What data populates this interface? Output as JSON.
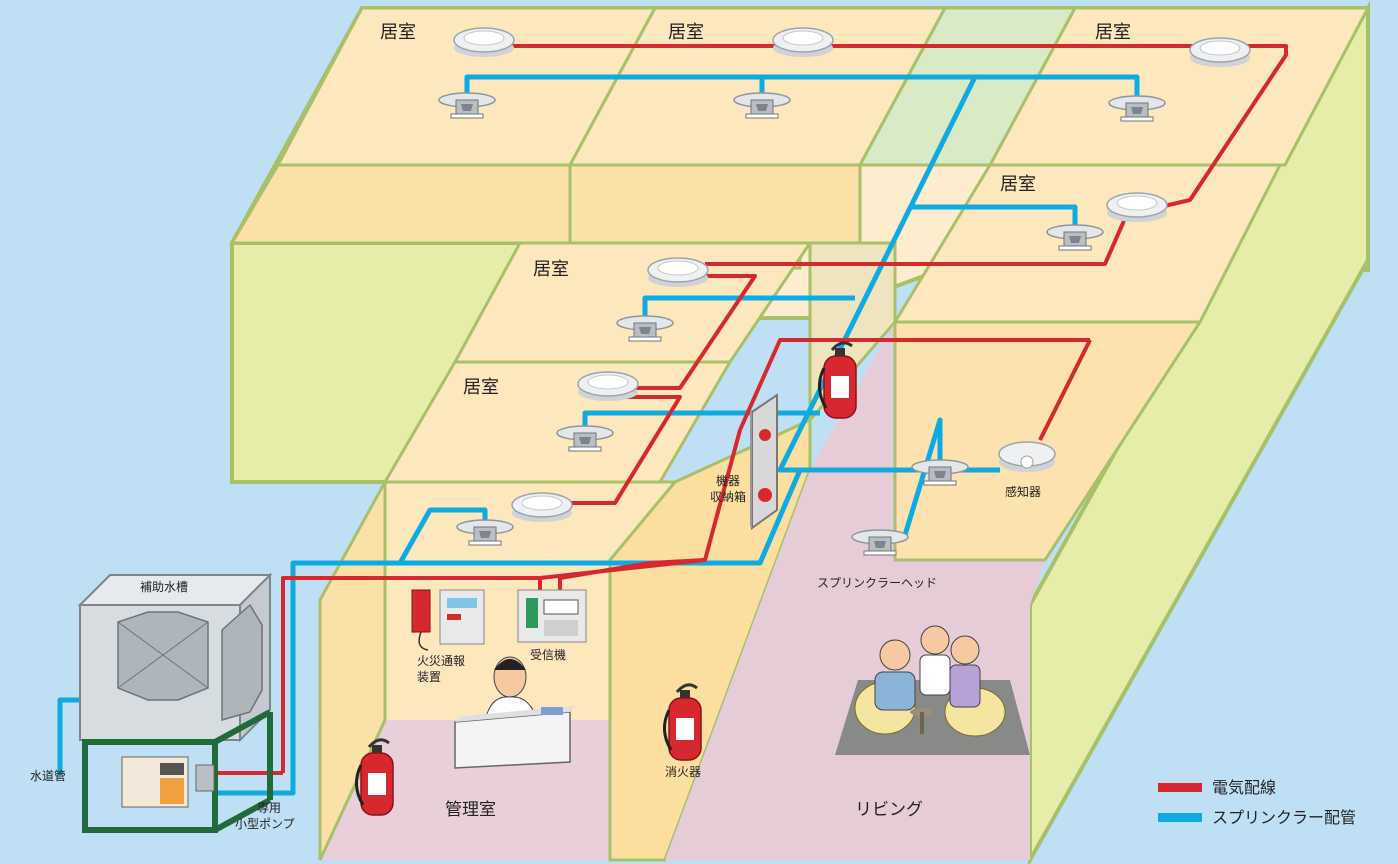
{
  "rooms": {
    "top_left": "居室",
    "top_mid": "居室",
    "top_right": "居室",
    "right_mid": "居室",
    "mid_upper": "居室",
    "mid_lower": "居室",
    "office": "管理室",
    "living": "リビング"
  },
  "labels": {
    "tank": "補助水槽",
    "water_pipe": "水道管",
    "pump_line1": "専用",
    "pump_line2": "小型ポンプ",
    "fire_alarm_line1": "火災通報",
    "fire_alarm_line2": "装置",
    "receiver": "受信機",
    "storage_line1": "機器",
    "storage_line2": "収納箱",
    "detector": "感知器",
    "sprinkler_head": "スプリンクラーヘッド",
    "extinguisher": "消火器"
  },
  "legend": {
    "wiring": "電気配線",
    "piping": "スプリンクラー配管"
  },
  "colors": {
    "background": "#bfe0f4",
    "wiring": "#d7282f",
    "piping": "#10aae2",
    "wall": "#fbe3b6",
    "wall_side": "#e6edaa",
    "wall_edge": "#a8c06a",
    "floor": "#e6ccd6"
  }
}
